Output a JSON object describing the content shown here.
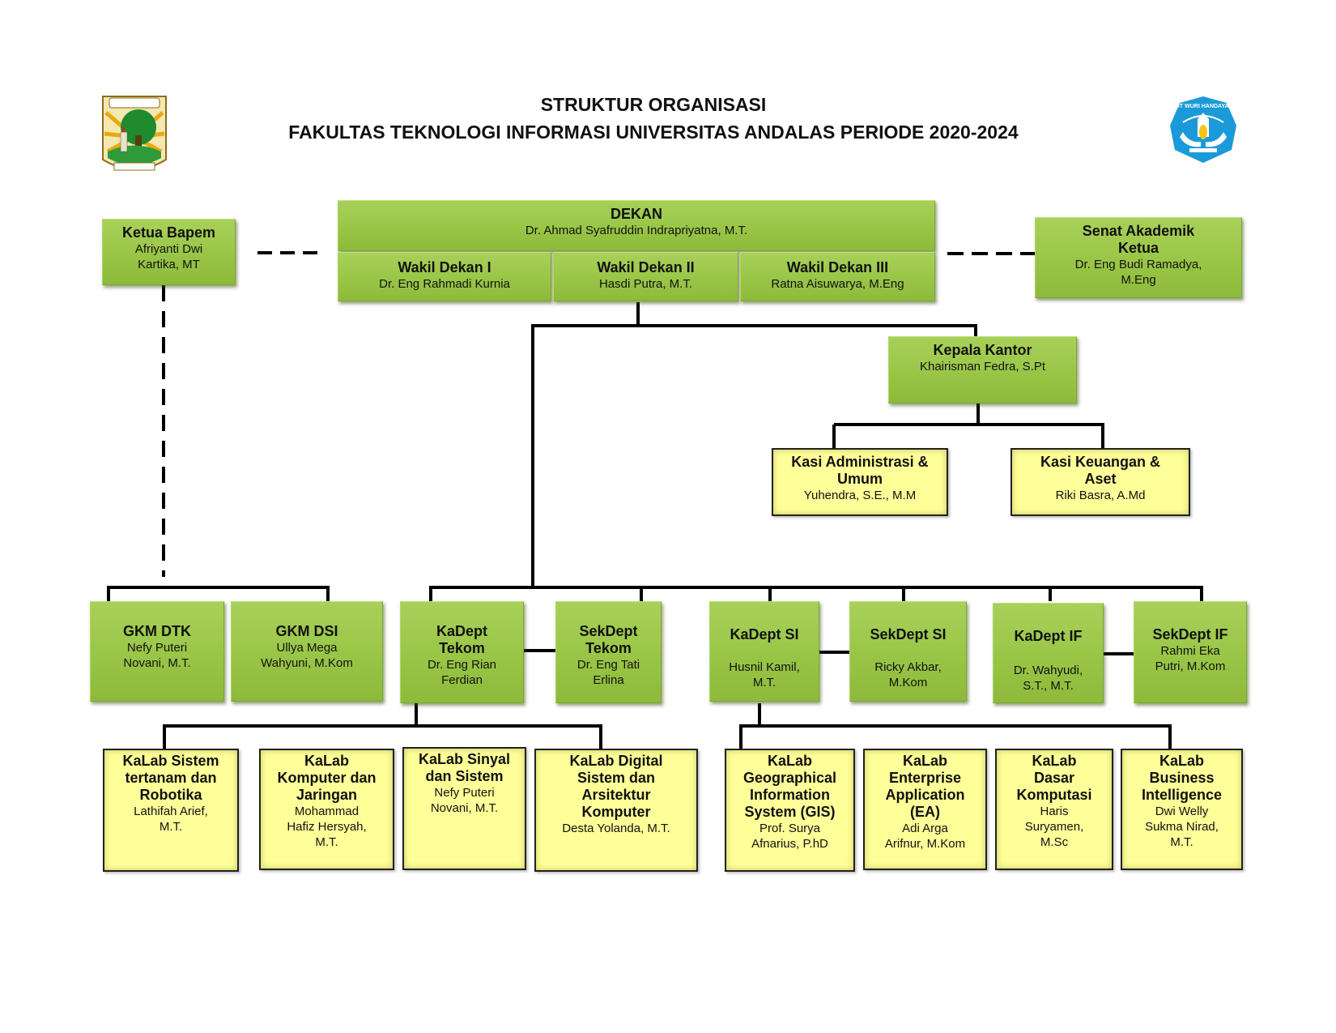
{
  "header": {
    "title_line1": "STRUKTUR ORGANISASI",
    "title_line2": "FAKULTAS TEKNOLOGI INFORMASI UNIVERSITAS ANDALAS PERIODE 2020-2024",
    "logo_left": "universitas-andalas-logo",
    "logo_right": "tut-wuri-handayani-logo",
    "logo_right_text": "TUT WURI HANDAYANI"
  },
  "colors": {
    "green_box": "#9cc84a",
    "yellow_box": "#ffff99",
    "line": "#000000"
  },
  "top": {
    "ketua_bapem": {
      "title": "Ketua Bapem",
      "name": "Afriyanti Dwi Kartika, MT"
    },
    "dekan": {
      "title": "DEKAN",
      "name": "Dr. Ahmad Syafruddin Indrapriyatna, M.T."
    },
    "wakil_dekan": [
      {
        "title": "Wakil Dekan I",
        "name": "Dr. Eng Rahmadi Kurnia"
      },
      {
        "title": "Wakil Dekan II",
        "name": "Hasdi Putra, M.T."
      },
      {
        "title": "Wakil Dekan III",
        "name": "Ratna Aisuwarya, M.Eng"
      }
    ],
    "senat": {
      "title_line1": "Senat Akademik",
      "title_line2": "Ketua",
      "name": "Dr. Eng Budi Ramadya, M.Eng"
    }
  },
  "kantor": {
    "kepala": {
      "title": "Kepala Kantor",
      "name": "Khairisman Fedra, S.Pt"
    },
    "kasi": [
      {
        "title_line1": "Kasi Administrasi &",
        "title_line2": "Umum",
        "name": "Yuhendra, S.E., M.M"
      },
      {
        "title_line1": "Kasi Keuangan &",
        "title_line2": "Aset",
        "name": "Riki Basra, A.Md"
      }
    ]
  },
  "departments": [
    {
      "title": "GKM DTK",
      "name_line1": "Nefy Puteri",
      "name_line2": "Novani, M.T."
    },
    {
      "title": "GKM DSI",
      "name_line1": "Ullya Mega",
      "name_line2": "Wahyuni, M.Kom"
    },
    {
      "title_line1": "KaDept",
      "title_line2": "Tekom",
      "name_line1": "Dr. Eng Rian",
      "name_line2": "Ferdian"
    },
    {
      "title_line1": "SekDept",
      "title_line2": "Tekom",
      "name_line1": "Dr. Eng Tati",
      "name_line2": "Erlina"
    },
    {
      "title": "KaDept SI",
      "name_line1": "Husnil Kamil,",
      "name_line2": "M.T."
    },
    {
      "title": "SekDept SI",
      "name_line1": "Ricky Akbar,",
      "name_line2": "M.Kom"
    },
    {
      "title": "KaDept IF",
      "name_line1": "Dr. Wahyudi,",
      "name_line2": "S.T., M.T."
    },
    {
      "title": "SekDept IF",
      "name_line1": "Rahmi Eka",
      "name_line2": "Putri, M.Kom"
    }
  ],
  "labs": [
    {
      "title": [
        "KaLab Sistem",
        "tertanam dan",
        "Robotika"
      ],
      "name": [
        "Lathifah Arief,",
        "M.T."
      ]
    },
    {
      "title": [
        "KaLab",
        "Komputer dan",
        "Jaringan"
      ],
      "name": [
        "Mohammad",
        "Hafiz Hersyah,",
        "M.T."
      ]
    },
    {
      "title": [
        "KaLab Sinyal",
        "dan Sistem"
      ],
      "name": [
        "Nefy Puteri",
        "Novani, M.T."
      ]
    },
    {
      "title": [
        "KaLab Digital",
        "Sistem dan",
        "Arsitektur",
        "Komputer"
      ],
      "name": [
        "Desta Yolanda, M.T."
      ]
    },
    {
      "title": [
        "KaLab",
        "Geographical",
        "Information",
        "System (GIS)"
      ],
      "name": [
        "Prof. Surya",
        "Afnarius, P.hD"
      ]
    },
    {
      "title": [
        "KaLab",
        "Enterprise",
        "Application",
        "(EA)"
      ],
      "name": [
        "Adi Arga",
        "Arifnur, M.Kom"
      ]
    },
    {
      "title": [
        "KaLab",
        "Dasar",
        "Komputasi"
      ],
      "name": [
        "Haris",
        "Suryamen,",
        "M.Sc"
      ]
    },
    {
      "title": [
        "KaLab",
        "Business",
        "Intelligence"
      ],
      "name": [
        "Dwi Welly",
        "Sukma Nirad,",
        "M.T."
      ]
    }
  ]
}
